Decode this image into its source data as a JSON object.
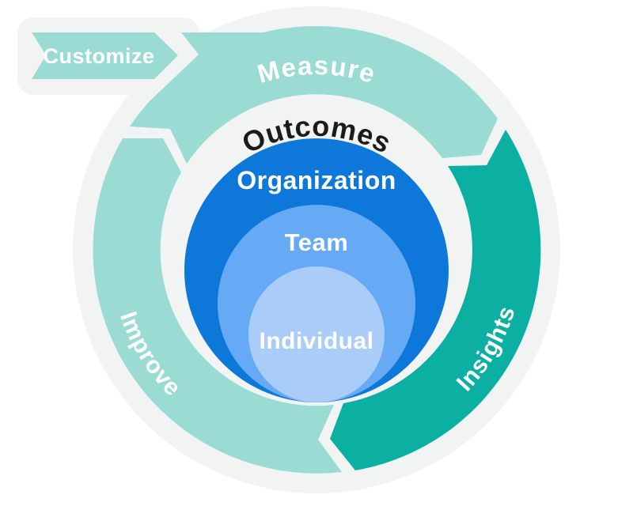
{
  "diagram": {
    "banner": {
      "label": "Customize"
    },
    "cycle": {
      "segments": [
        {
          "label": "Measure",
          "position": "top"
        },
        {
          "label": "Insights",
          "position": "right"
        },
        {
          "label": "Improve",
          "position": "left"
        }
      ]
    },
    "nested_circles": {
      "title": "Outcomes",
      "levels": [
        {
          "label": "Organization"
        },
        {
          "label": "Team"
        },
        {
          "label": "Individual"
        }
      ]
    },
    "colors": {
      "background": "#ffffff",
      "halo": "#f2f4f4",
      "light_teal": "#9adbd4",
      "dark_teal": "#0bb0a3",
      "organization_blue": "#0e78da",
      "team_blue": "#66a9f4",
      "individual_blue": "#a9cdf8",
      "outcomes_text": "#1b1b1b",
      "label_text": "#ffffff"
    }
  }
}
